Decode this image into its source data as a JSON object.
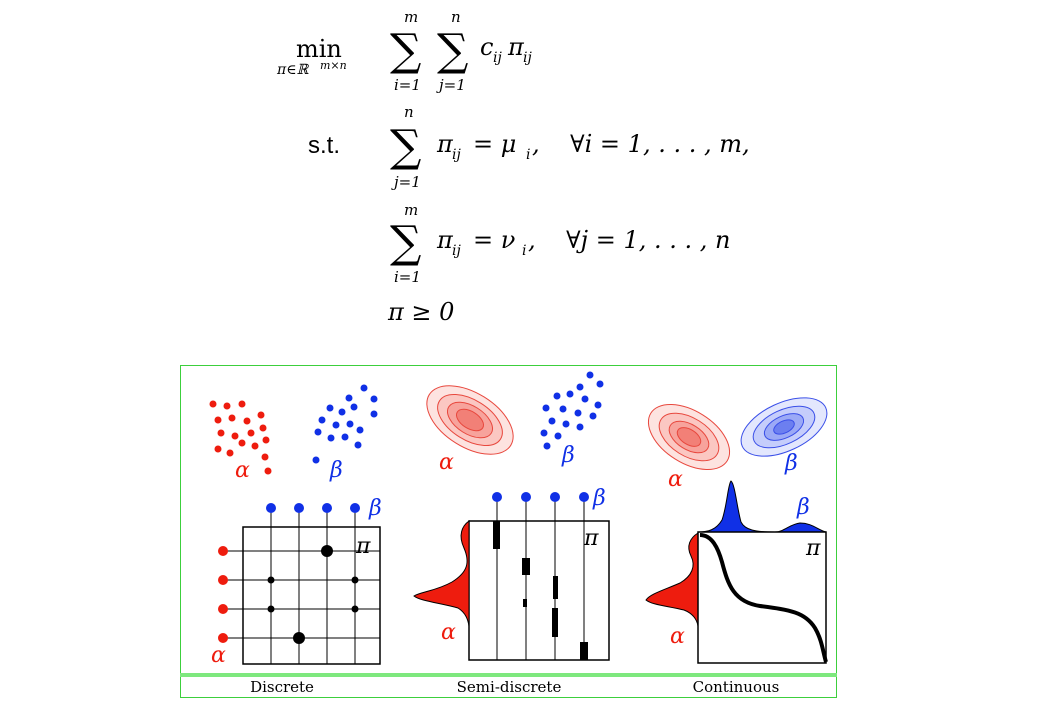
{
  "formula": {
    "min": "min",
    "min_sub": "π∈ℝ",
    "min_sup": "m×n",
    "objective_sum1_top": "m",
    "objective_sum1_bottom": "i=1",
    "objective_sum2_top": "n",
    "objective_sum2_bottom": "j=1",
    "objective_term": "c",
    "objective_term_sub": "ij",
    "objective_pi": "π",
    "objective_pi_sub": "ij",
    "st_label": "s.t.",
    "c1_sum_top": "n",
    "c1_sum_bottom": "j=1",
    "c1_pi": "π",
    "c1_pi_sub": "ij",
    "c1_rhs": "= μ",
    "c1_rhs_sub": "i",
    "c1_cond": ",    ∀i = 1, . . . , m,",
    "c2_sum_top": "m",
    "c2_sum_bottom": "i=1",
    "c2_pi": "π",
    "c2_pi_sub": "ij",
    "c2_rhs": "= ν",
    "c2_rhs_sub": "i",
    "c2_cond": ",    ∀j = 1, . . . , n",
    "c3": "π ≥ 0",
    "sigma": "∑"
  },
  "figure": {
    "alpha": "α",
    "beta": "β",
    "pi": "π",
    "red": "#ee1c0e",
    "blue": "#1030e6",
    "border_green": "#3ccf3c",
    "captions": [
      "Discrete",
      "Semi-discrete",
      "Continuous"
    ]
  }
}
